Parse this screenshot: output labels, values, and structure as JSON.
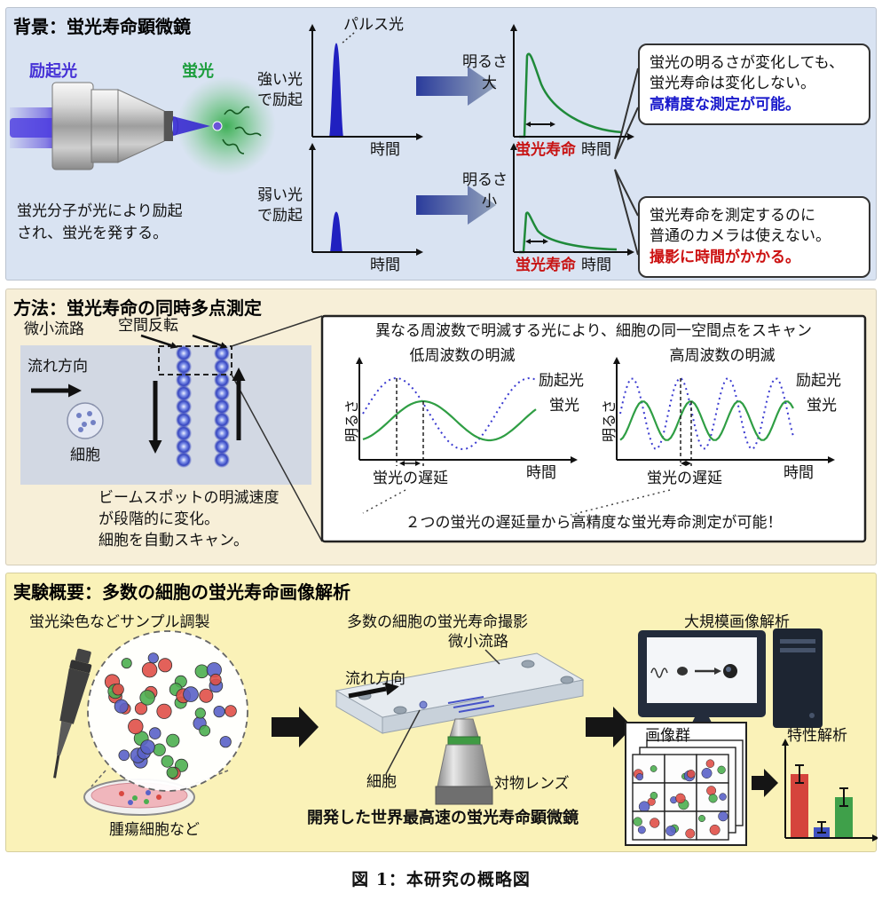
{
  "figure_caption": "図 1：本研究の概略図",
  "bg": {
    "title": "背景：蛍光寿命顕微鏡",
    "excitation": "励起光",
    "fluorescence": "蛍光",
    "lens_caption_1": "蛍光分子が光により励起",
    "lens_caption_2": "され、蛍光を発する。",
    "pulse": "パルス光",
    "strong_1": "強い光",
    "strong_2": "で励起",
    "weak_1": "弱い光",
    "weak_2": "で励起",
    "time": "時間",
    "brightness": "明るさ",
    "large": "大",
    "small": "小",
    "lifetime": "蛍光寿命",
    "callout_top_1": "蛍光の明るさが変化しても、",
    "callout_top_2": "蛍光寿命は変化しない。",
    "callout_top_3": "高精度な測定が可能。",
    "callout_bottom_1": "蛍光寿命を測定するのに",
    "callout_bottom_2": "普通のカメラは使えない。",
    "callout_bottom_3": "撮影に時間がかかる。"
  },
  "method": {
    "title": "方法：蛍光寿命の同時多点測定",
    "microchannel": "微小流路",
    "spatial_inversion": "空間反転",
    "flow_direction": "流れ方向",
    "cell": "細胞",
    "beam_caption_1": "ビームスポットの明滅速度",
    "beam_caption_2": "が段階的に変化。",
    "beam_caption_3": "細胞を自動スキャン。",
    "box_heading": "異なる周波数で明滅する光により、細胞の同一空間点をスキャン",
    "low_freq": "低周波数の明滅",
    "high_freq": "高周波数の明滅",
    "brightness": "明るさ",
    "excitation": "励起光",
    "fluorescence": "蛍光",
    "time": "時間",
    "delay": "蛍光の遅延",
    "box_footer": "２つの蛍光の遅延量から高精度な蛍光寿命測定が可能！"
  },
  "experiment": {
    "title": "実験概要：多数の細胞の蛍光寿命画像解析",
    "sample_prep": "蛍光染色などサンプル調製",
    "tumor_cells": "腫瘍細胞など",
    "imaging": "多数の細胞の蛍光寿命撮影",
    "microchannel": "微小流路",
    "flow_direction": "流れ方向",
    "cell": "細胞",
    "objective_lens": "対物レンズ",
    "device_caption": "開発した世界最高速の蛍光寿命顕微鏡",
    "analysis": "大規模画像解析",
    "image_group": "画像群",
    "characteristics": "特性解析"
  },
  "colors": {
    "excitation_blue": "#4531d6",
    "fluorescence_green": "#1d9e3e",
    "lifetime_red": "#c81414",
    "highlight_blue": "#1a1acc",
    "warn_red": "#cc1111",
    "panel_bg_background": "#d9e3f2",
    "panel_bg_method": "#f7efd8",
    "panel_bg_experiment": "#faf2b8"
  }
}
